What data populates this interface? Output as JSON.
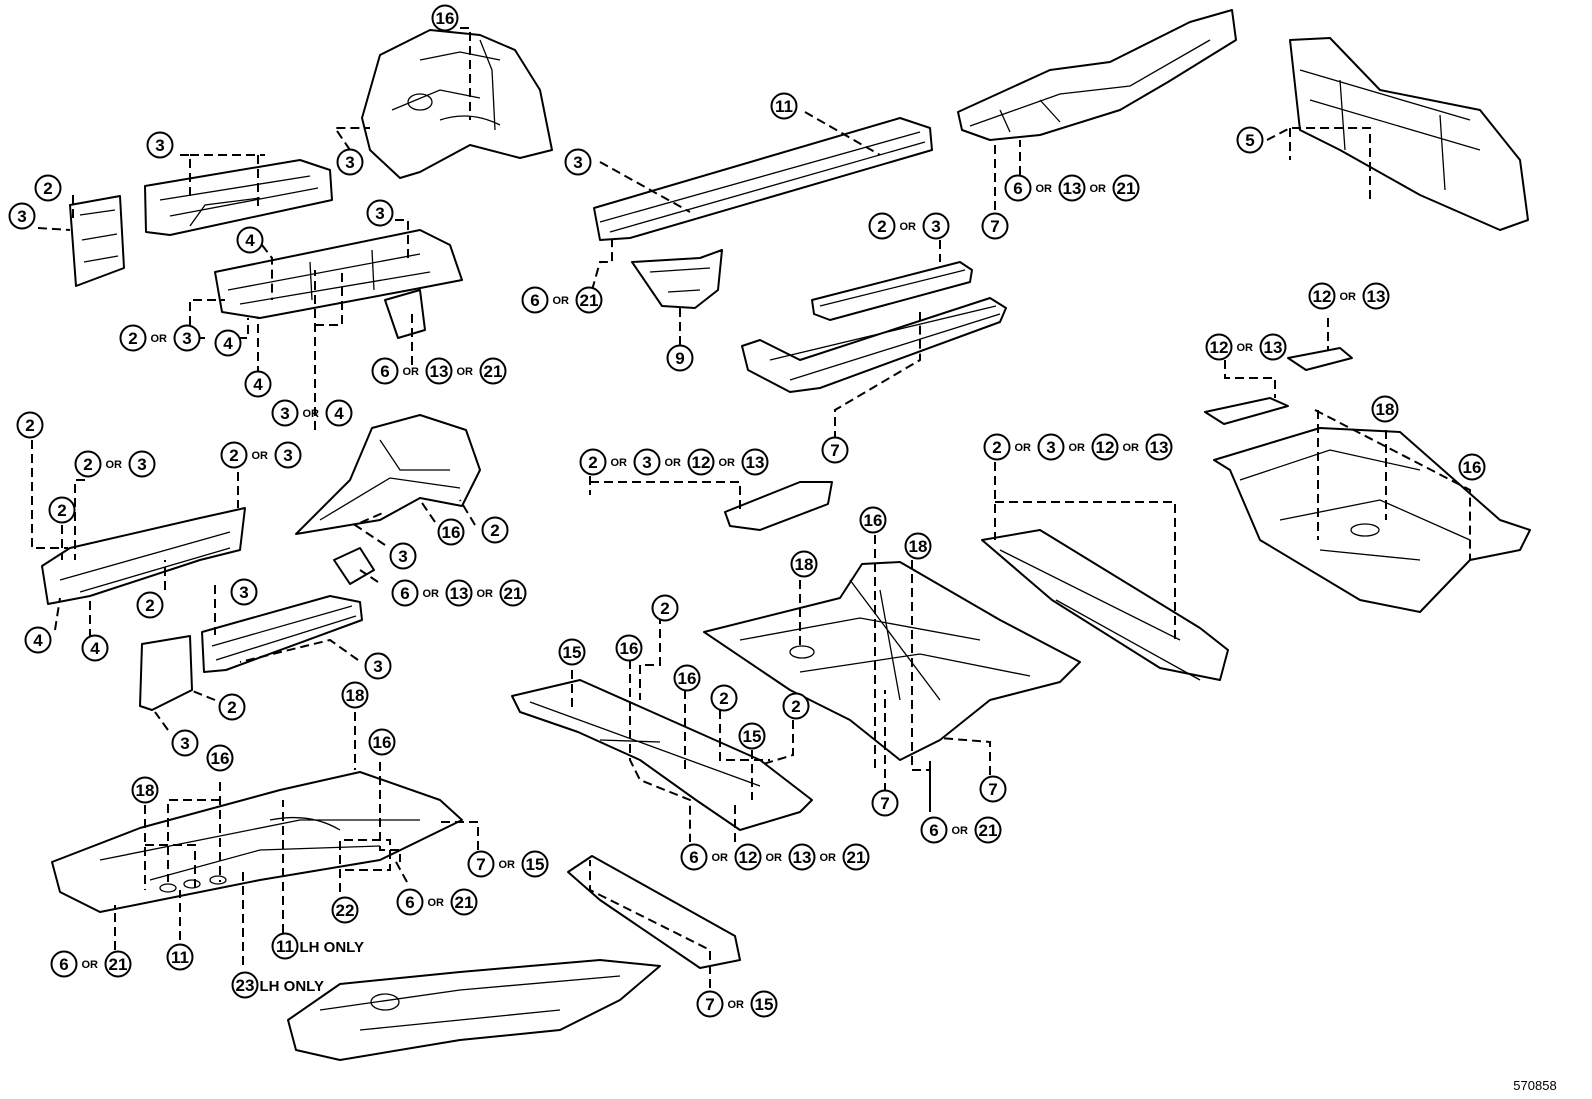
{
  "diagram_code": "570858",
  "connector": "OR",
  "notes": {
    "lh_only": "LH ONLY"
  },
  "callouts": [
    {
      "id": "c01",
      "parts": [
        "16"
      ]
    },
    {
      "id": "c02",
      "parts": [
        "3"
      ]
    },
    {
      "id": "c03",
      "parts": [
        "3"
      ]
    },
    {
      "id": "c04",
      "parts": [
        "2"
      ]
    },
    {
      "id": "c05",
      "parts": [
        "3"
      ]
    },
    {
      "id": "c06",
      "parts": [
        "3"
      ]
    },
    {
      "id": "c07",
      "parts": [
        "4"
      ]
    },
    {
      "id": "c08",
      "parts": [
        "2",
        "3"
      ]
    },
    {
      "id": "c09",
      "parts": [
        "4"
      ]
    },
    {
      "id": "c10",
      "parts": [
        "4"
      ]
    },
    {
      "id": "c11",
      "parts": [
        "6",
        "13",
        "21"
      ]
    },
    {
      "id": "c12",
      "parts": [
        "3",
        "4"
      ]
    },
    {
      "id": "c13",
      "parts": [
        "11"
      ]
    },
    {
      "id": "c14",
      "parts": [
        "3"
      ]
    },
    {
      "id": "c15",
      "parts": [
        "6",
        "21"
      ]
    },
    {
      "id": "c16",
      "parts": [
        "9"
      ]
    },
    {
      "id": "c17",
      "parts": [
        "6",
        "13",
        "21"
      ]
    },
    {
      "id": "c18",
      "parts": [
        "7"
      ]
    },
    {
      "id": "c19",
      "parts": [
        "5"
      ]
    },
    {
      "id": "c20",
      "parts": [
        "2",
        "3"
      ]
    },
    {
      "id": "c21",
      "parts": [
        "7"
      ]
    },
    {
      "id": "c22",
      "parts": [
        "12",
        "13"
      ]
    },
    {
      "id": "c23",
      "parts": [
        "12",
        "13"
      ]
    },
    {
      "id": "c24",
      "parts": [
        "18"
      ]
    },
    {
      "id": "c25",
      "parts": [
        "16"
      ]
    },
    {
      "id": "c26",
      "parts": [
        "2"
      ]
    },
    {
      "id": "c27",
      "parts": [
        "2",
        "3"
      ]
    },
    {
      "id": "c28",
      "parts": [
        "2",
        "3"
      ]
    },
    {
      "id": "c29",
      "parts": [
        "2"
      ]
    },
    {
      "id": "c30",
      "parts": [
        "3"
      ]
    },
    {
      "id": "c31",
      "parts": [
        "2"
      ]
    },
    {
      "id": "c32",
      "parts": [
        "4"
      ]
    },
    {
      "id": "c33",
      "parts": [
        "4"
      ]
    },
    {
      "id": "c34",
      "parts": [
        "16"
      ]
    },
    {
      "id": "c35",
      "parts": [
        "2"
      ]
    },
    {
      "id": "c36",
      "parts": [
        "3"
      ]
    },
    {
      "id": "c37",
      "parts": [
        "6",
        "13",
        "21"
      ]
    },
    {
      "id": "c38",
      "parts": [
        "3"
      ]
    },
    {
      "id": "c39",
      "parts": [
        "2"
      ]
    },
    {
      "id": "c40",
      "parts": [
        "3"
      ]
    },
    {
      "id": "c41",
      "parts": [
        "2",
        "3",
        "12",
        "13"
      ]
    },
    {
      "id": "c42",
      "parts": [
        "2",
        "3",
        "12",
        "13"
      ]
    },
    {
      "id": "c43",
      "parts": [
        "16"
      ]
    },
    {
      "id": "c44",
      "parts": [
        "18"
      ]
    },
    {
      "id": "c45",
      "parts": [
        "18"
      ]
    },
    {
      "id": "c46",
      "parts": [
        "2"
      ]
    },
    {
      "id": "c47",
      "parts": [
        "15"
      ]
    },
    {
      "id": "c48",
      "parts": [
        "16"
      ]
    },
    {
      "id": "c49",
      "parts": [
        "16"
      ]
    },
    {
      "id": "c50",
      "parts": [
        "2"
      ]
    },
    {
      "id": "c51",
      "parts": [
        "2"
      ]
    },
    {
      "id": "c52",
      "parts": [
        "15"
      ]
    },
    {
      "id": "c53",
      "parts": [
        "7"
      ]
    },
    {
      "id": "c54",
      "parts": [
        "7"
      ]
    },
    {
      "id": "c55",
      "parts": [
        "6",
        "21"
      ]
    },
    {
      "id": "c56",
      "parts": [
        "6",
        "12",
        "13",
        "21"
      ]
    },
    {
      "id": "c57",
      "parts": [
        "18"
      ]
    },
    {
      "id": "c58",
      "parts": [
        "16"
      ]
    },
    {
      "id": "c59",
      "parts": [
        "18"
      ]
    },
    {
      "id": "c60",
      "parts": [
        "16"
      ]
    },
    {
      "id": "c61",
      "parts": [
        "7",
        "15"
      ]
    },
    {
      "id": "c62",
      "parts": [
        "22"
      ]
    },
    {
      "id": "c63",
      "parts": [
        "6",
        "21"
      ]
    },
    {
      "id": "c64",
      "parts": [
        "6",
        "21"
      ]
    },
    {
      "id": "c65",
      "parts": [
        "11"
      ]
    },
    {
      "id": "c66",
      "parts": [
        "11"
      ],
      "note": "LH ONLY"
    },
    {
      "id": "c67",
      "parts": [
        "23"
      ],
      "note": "LH ONLY"
    },
    {
      "id": "c68",
      "parts": [
        "7",
        "15"
      ]
    }
  ]
}
